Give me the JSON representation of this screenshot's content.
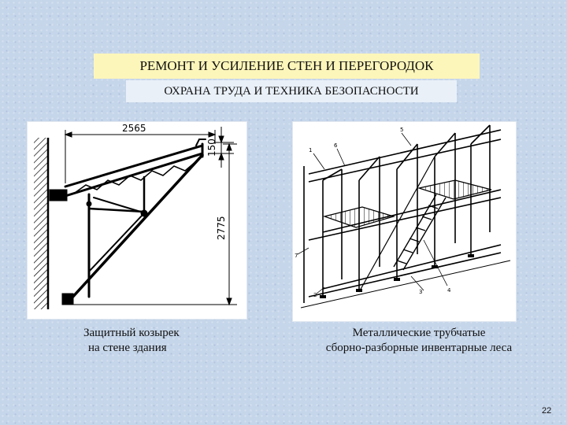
{
  "slide": {
    "title": "РЕМОНТ И УСИЛЕНИЕ СТЕН И ПЕРЕГОРОДОК",
    "subtitle": "ОХРАНА ТРУДА И ТЕХНИКА БЕЗОПАСНОСТИ",
    "page_number": "22"
  },
  "figure_left": {
    "dimension_width": "2565",
    "dimension_small": "150",
    "dimension_height": "2775",
    "caption_line1": "Защитный козырек",
    "caption_line2": "на стене здания"
  },
  "figure_right": {
    "callouts": [
      "1",
      "2",
      "3",
      "4",
      "5",
      "6",
      "7"
    ],
    "caption_line1": "Металлические трубчатые",
    "caption_line2": "сборно-разборные инвентарные леса"
  },
  "colors": {
    "background": "#c6d6ea",
    "title_bg": "#fdf6ba",
    "subtitle_bg": "#e9f0f8",
    "drawing": "#000000"
  }
}
